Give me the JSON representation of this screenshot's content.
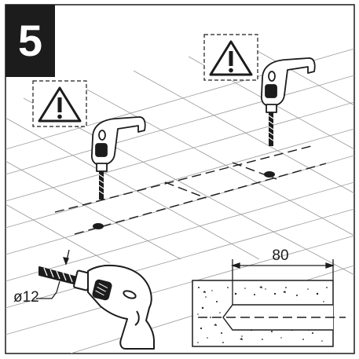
{
  "step": {
    "number": "5"
  },
  "dimensions": {
    "hole_depth": "80",
    "drill_diameter": "ø12"
  },
  "icons": {
    "warning": "warning-triangle-icon",
    "drill": "electric-drill-icon"
  },
  "colors": {
    "ink": "#1c1c1c",
    "grid": "#9a9a9a",
    "background": "#ffffff"
  }
}
